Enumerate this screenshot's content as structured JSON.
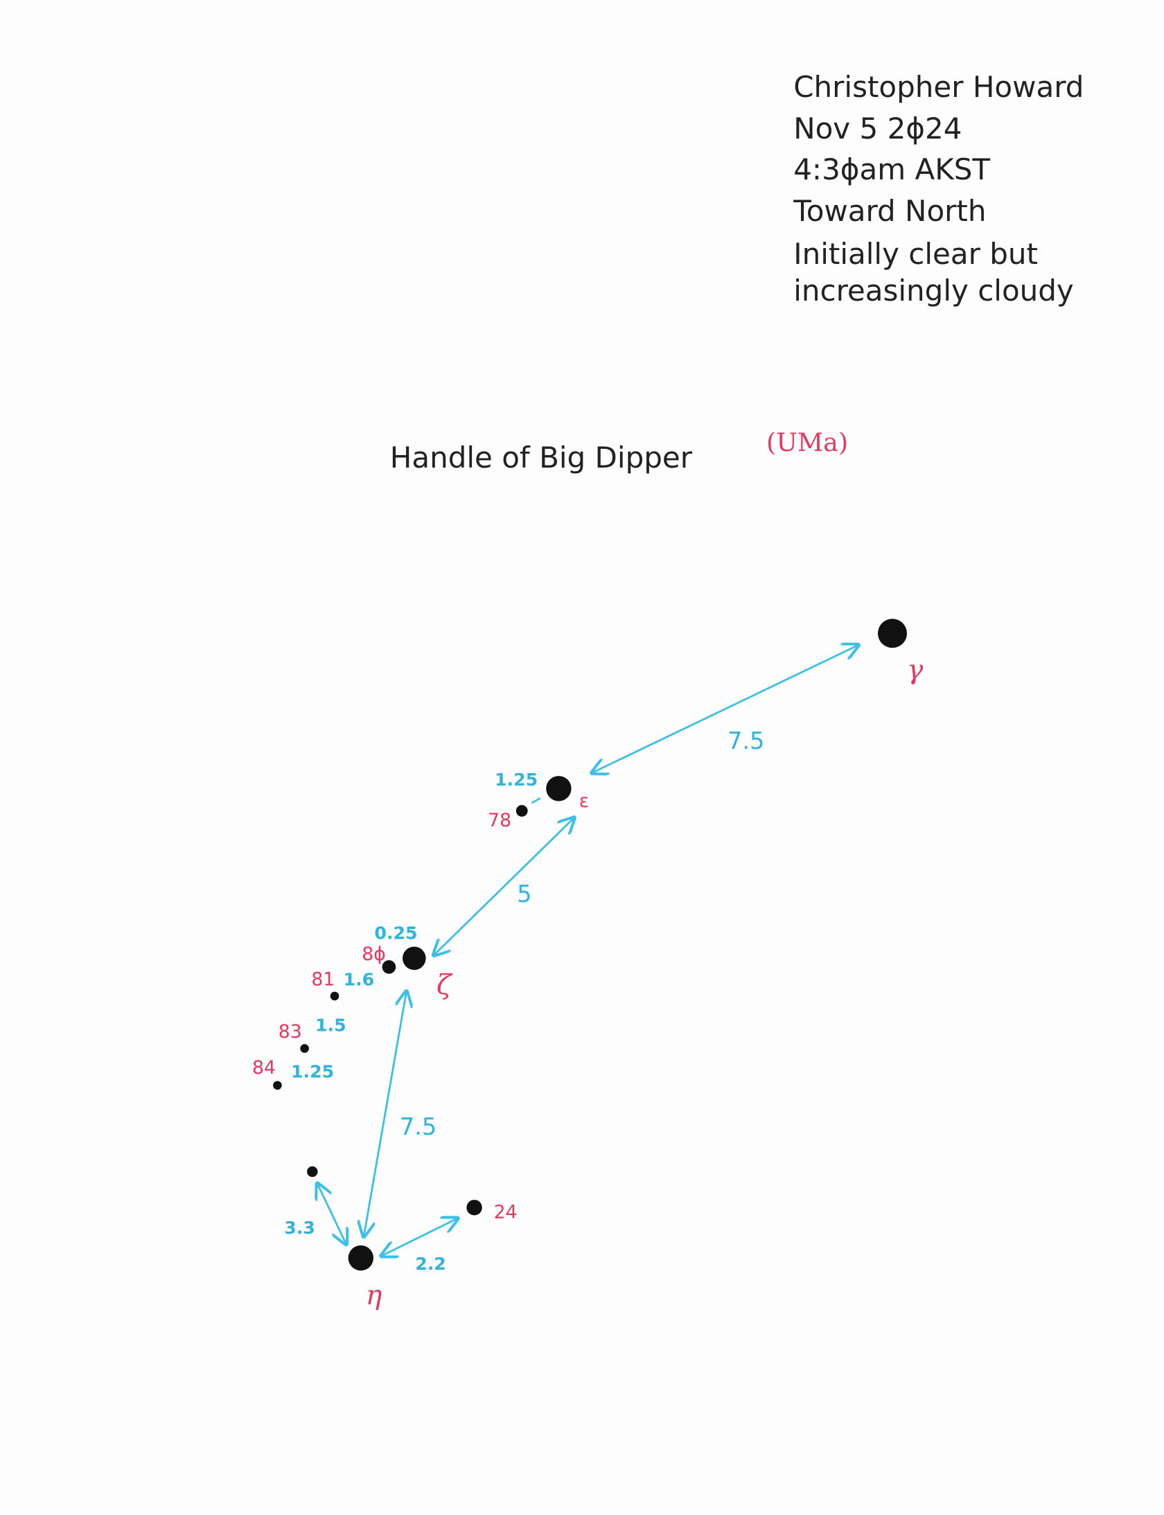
{
  "notes": {
    "lines": [
      "Christopher Howard",
      "Nov 5 2ϕ24",
      "4:3ϕam AKST",
      "Toward North",
      "Initially clear but",
      "increasingly cloudy"
    ]
  },
  "title": {
    "text": "Handle of Big Dipper",
    "constellation": "(UMa)"
  },
  "stars": {
    "gamma": "γ",
    "epsilon": "ε",
    "zeta": "ζ",
    "eta": "η",
    "s78": "78",
    "s80": "8ϕ",
    "s81": "81",
    "s83": "83",
    "s84": "84",
    "s24": "24"
  },
  "distances": {
    "gamma_epsilon": "7.5",
    "epsilon_78": "1.25",
    "epsilon_zeta": "5",
    "zeta_80": "0.25",
    "to_81": "1.6",
    "to_83": "1.5",
    "to_84": "1.25",
    "zeta_eta": "7.5",
    "eta_unnamed": "3.3",
    "eta_24": "2.2"
  },
  "colors": {
    "ink": "#111111",
    "label": "#e8375f",
    "measure": "#2fb4dc"
  }
}
